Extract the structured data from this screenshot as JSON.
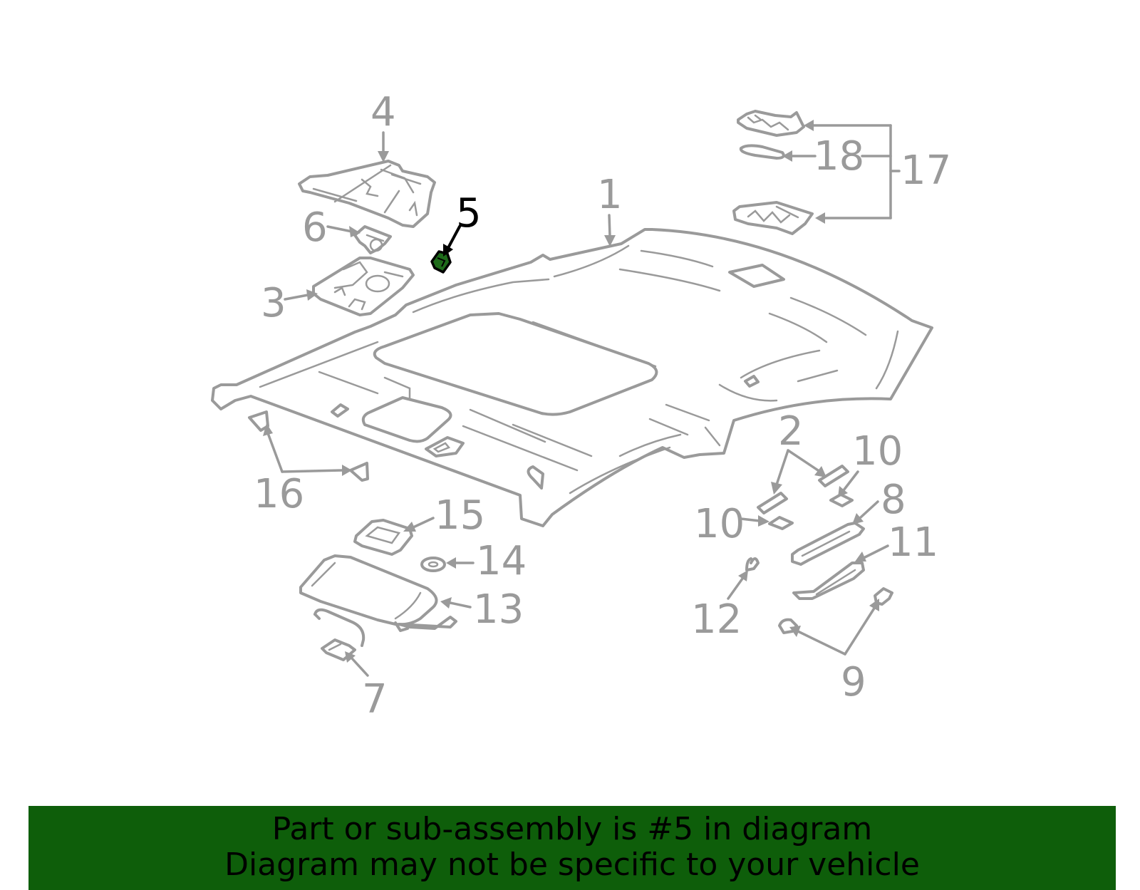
{
  "colors": {
    "line": "#9a9a9a",
    "highlight_fill": "#1e6b1a",
    "highlight_text": "#000000",
    "banner_bg": "#0e5e0a"
  },
  "diagram": {
    "highlighted_part": "5",
    "callouts": {
      "c1": "1",
      "c2": "2",
      "c3": "3",
      "c4": "4",
      "c5": "5",
      "c6": "6",
      "c7": "7",
      "c8": "8",
      "c9": "9",
      "c10a": "10",
      "c10b": "10",
      "c11": "11",
      "c12": "12",
      "c13": "13",
      "c14": "14",
      "c15": "15",
      "c16": "16",
      "c17": "17",
      "c18": "18"
    }
  },
  "banner": {
    "line1": "Part or sub-assembly is #5 in diagram",
    "line2": "Diagram may not be specific to your vehicle"
  }
}
